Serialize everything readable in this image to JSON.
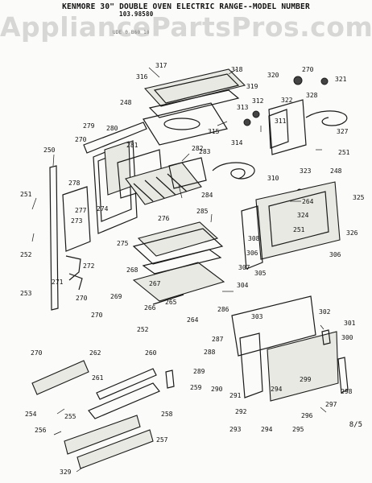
{
  "header": {
    "title": "KENMORE 30\" DOUBLE OVEN ELECTRIC RANGE--MODEL NUMBER",
    "model_number": "103.98580",
    "extra_text": "UDE  0   B60  10"
  },
  "watermark": "AppliancePartsPros.com",
  "page_number": "8/5",
  "part_labels": [
    {
      "id": "250",
      "text": "250"
    },
    {
      "id": "251a",
      "text": "251"
    },
    {
      "id": "252a",
      "text": "252"
    },
    {
      "id": "253",
      "text": "253"
    },
    {
      "id": "270a",
      "text": "270"
    },
    {
      "id": "271",
      "text": "271"
    },
    {
      "id": "272",
      "text": "272"
    },
    {
      "id": "273",
      "text": "273"
    },
    {
      "id": "274",
      "text": "274"
    },
    {
      "id": "277",
      "text": "277"
    },
    {
      "id": "278",
      "text": "278"
    },
    {
      "id": "279",
      "text": "279"
    },
    {
      "id": "280",
      "text": "280"
    },
    {
      "id": "281",
      "text": "281"
    },
    {
      "id": "248a",
      "text": "248"
    },
    {
      "id": "316",
      "text": "316"
    },
    {
      "id": "317",
      "text": "317"
    },
    {
      "id": "318",
      "text": "318"
    },
    {
      "id": "319",
      "text": "319"
    },
    {
      "id": "315",
      "text": "315"
    },
    {
      "id": "282",
      "text": "282"
    },
    {
      "id": "283",
      "text": "283"
    },
    {
      "id": "284",
      "text": "284"
    },
    {
      "id": "285",
      "text": "285"
    },
    {
      "id": "276",
      "text": "276"
    },
    {
      "id": "275",
      "text": "275"
    },
    {
      "id": "268",
      "text": "268"
    },
    {
      "id": "267",
      "text": "267"
    },
    {
      "id": "269",
      "text": "269"
    },
    {
      "id": "270b",
      "text": "270"
    },
    {
      "id": "265",
      "text": "265"
    },
    {
      "id": "266",
      "text": "266"
    },
    {
      "id": "270c",
      "text": "270"
    },
    {
      "id": "252b",
      "text": "252"
    },
    {
      "id": "264a",
      "text": "264"
    },
    {
      "id": "307",
      "text": "307"
    },
    {
      "id": "304",
      "text": "304"
    },
    {
      "id": "286",
      "text": "286"
    },
    {
      "id": "313",
      "text": "313"
    },
    {
      "id": "312",
      "text": "312"
    },
    {
      "id": "314",
      "text": "314"
    },
    {
      "id": "311",
      "text": "311"
    },
    {
      "id": "310",
      "text": "310"
    },
    {
      "id": "320",
      "text": "320"
    },
    {
      "id": "270d",
      "text": "270"
    },
    {
      "id": "321",
      "text": "321"
    },
    {
      "id": "322",
      "text": "322"
    },
    {
      "id": "328",
      "text": "328"
    },
    {
      "id": "327",
      "text": "327"
    },
    {
      "id": "251b",
      "text": "251"
    },
    {
      "id": "323",
      "text": "323"
    },
    {
      "id": "248b",
      "text": "248"
    },
    {
      "id": "325",
      "text": "325"
    },
    {
      "id": "264b",
      "text": "264"
    },
    {
      "id": "324",
      "text": "324"
    },
    {
      "id": "251c",
      "text": "251"
    },
    {
      "id": "326",
      "text": "326"
    },
    {
      "id": "308",
      "text": "308"
    },
    {
      "id": "306a",
      "text": "306"
    },
    {
      "id": "306b",
      "text": "306"
    },
    {
      "id": "305",
      "text": "305"
    },
    {
      "id": "302",
      "text": "302"
    },
    {
      "id": "301",
      "text": "301"
    },
    {
      "id": "303",
      "text": "303"
    },
    {
      "id": "300",
      "text": "300"
    },
    {
      "id": "287",
      "text": "287"
    },
    {
      "id": "288",
      "text": "288"
    },
    {
      "id": "289",
      "text": "289"
    },
    {
      "id": "290",
      "text": "290"
    },
    {
      "id": "299",
      "text": "299"
    },
    {
      "id": "291",
      "text": "291"
    },
    {
      "id": "294a",
      "text": "294"
    },
    {
      "id": "298",
      "text": "298"
    },
    {
      "id": "297",
      "text": "297"
    },
    {
      "id": "292",
      "text": "292"
    },
    {
      "id": "296",
      "text": "296"
    },
    {
      "id": "293",
      "text": "293"
    },
    {
      "id": "294b",
      "text": "294"
    },
    {
      "id": "295",
      "text": "295"
    },
    {
      "id": "270e",
      "text": "270"
    },
    {
      "id": "262",
      "text": "262"
    },
    {
      "id": "260",
      "text": "260"
    },
    {
      "id": "261",
      "text": "261"
    },
    {
      "id": "259",
      "text": "259"
    },
    {
      "id": "254",
      "text": "254"
    },
    {
      "id": "255",
      "text": "255"
    },
    {
      "id": "258",
      "text": "258"
    },
    {
      "id": "256",
      "text": "256"
    },
    {
      "id": "257",
      "text": "257"
    },
    {
      "id": "329",
      "text": "329"
    }
  ]
}
